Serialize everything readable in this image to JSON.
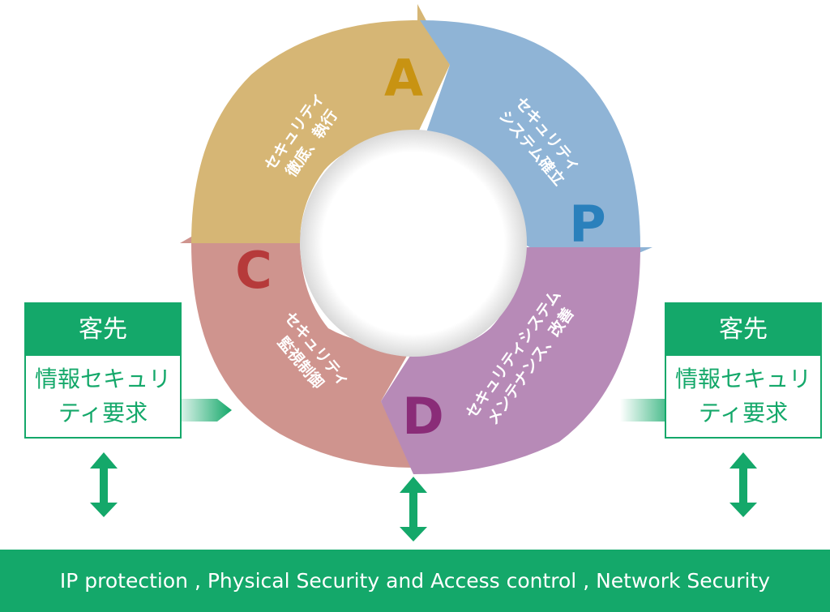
{
  "cycle": {
    "segments": [
      {
        "letter": "A",
        "line1": "セキュリティ",
        "line2": "徹底、執行",
        "color": "#d6b675",
        "letter_color": "#c89312"
      },
      {
        "letter": "P",
        "line1": "セキュリティ",
        "line2": "システム確立",
        "color": "#8fb4d6",
        "letter_color": "#2a80bc"
      },
      {
        "letter": "D",
        "line1": "セキュリティシステム",
        "line2": "メンテナンス、改善",
        "color": "#b78ab7",
        "letter_color": "#8a2c78"
      },
      {
        "letter": "C",
        "line1": "セキュリティ",
        "line2": "監視制御",
        "color": "#cf948e",
        "letter_color": "#b63a3a"
      }
    ]
  },
  "customer_left": {
    "title": "客先",
    "line1": "情報セキュリ",
    "line2": "ティ要求"
  },
  "customer_right": {
    "title": "客先",
    "line1": "情報セキュリ",
    "line2": "ティ要求"
  },
  "bottom_bar": {
    "text": "IP protection , Physical Security and Access control , Network Security"
  },
  "colors": {
    "accent": "#14a86a"
  }
}
